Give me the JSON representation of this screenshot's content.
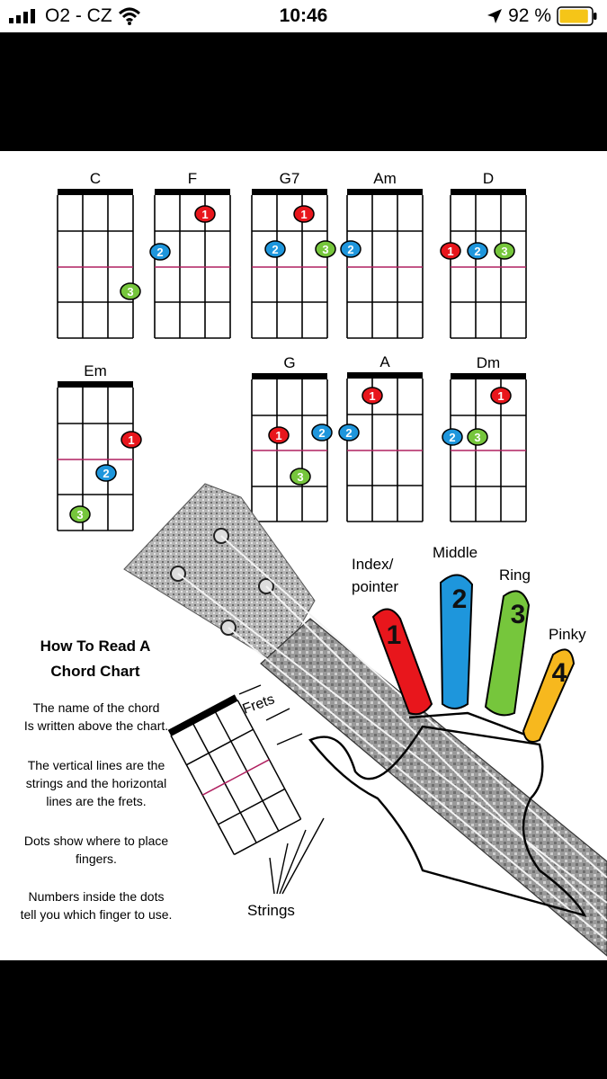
{
  "status_bar": {
    "carrier": "O2 - CZ",
    "time": "10:46",
    "battery_percent": "92 %",
    "battery_level": 0.92,
    "icons": [
      "signal-icon",
      "wifi-icon",
      "location-arrow-icon",
      "battery-icon"
    ]
  },
  "chart": {
    "chords": [
      {
        "name": "C"
      },
      {
        "name": "F"
      },
      {
        "name": "G7"
      },
      {
        "name": "Am"
      },
      {
        "name": "D"
      },
      {
        "name": "Em"
      },
      {
        "name": "G"
      },
      {
        "name": "A"
      },
      {
        "name": "Dm"
      }
    ],
    "how_to": {
      "title_line1": "How To Read A",
      "title_line2": "Chord Chart",
      "p1_line1": "The name of the chord",
      "p1_line2": "Is written above the chart.",
      "p2_line1": "The vertical lines are the",
      "p2_line2": "strings and the horizontal",
      "p2_line3": "lines are the frets.",
      "p3_line1": "Dots show where to place",
      "p3_line2": "fingers.",
      "p4_line1": "Numbers inside the dots",
      "p4_line2": "tell you which finger to use."
    },
    "labels": {
      "frets": "Frets",
      "strings": "Strings",
      "index": "Index/",
      "pointer": "pointer",
      "middle": "Middle",
      "ring": "Ring",
      "pinky": "Pinky"
    },
    "fingers": [
      {
        "number": "1",
        "color": "#e8161c"
      },
      {
        "number": "2",
        "color": "#1e96dc"
      },
      {
        "number": "3",
        "color": "#76c63c"
      },
      {
        "number": "4",
        "color": "#f7b81e"
      }
    ]
  }
}
